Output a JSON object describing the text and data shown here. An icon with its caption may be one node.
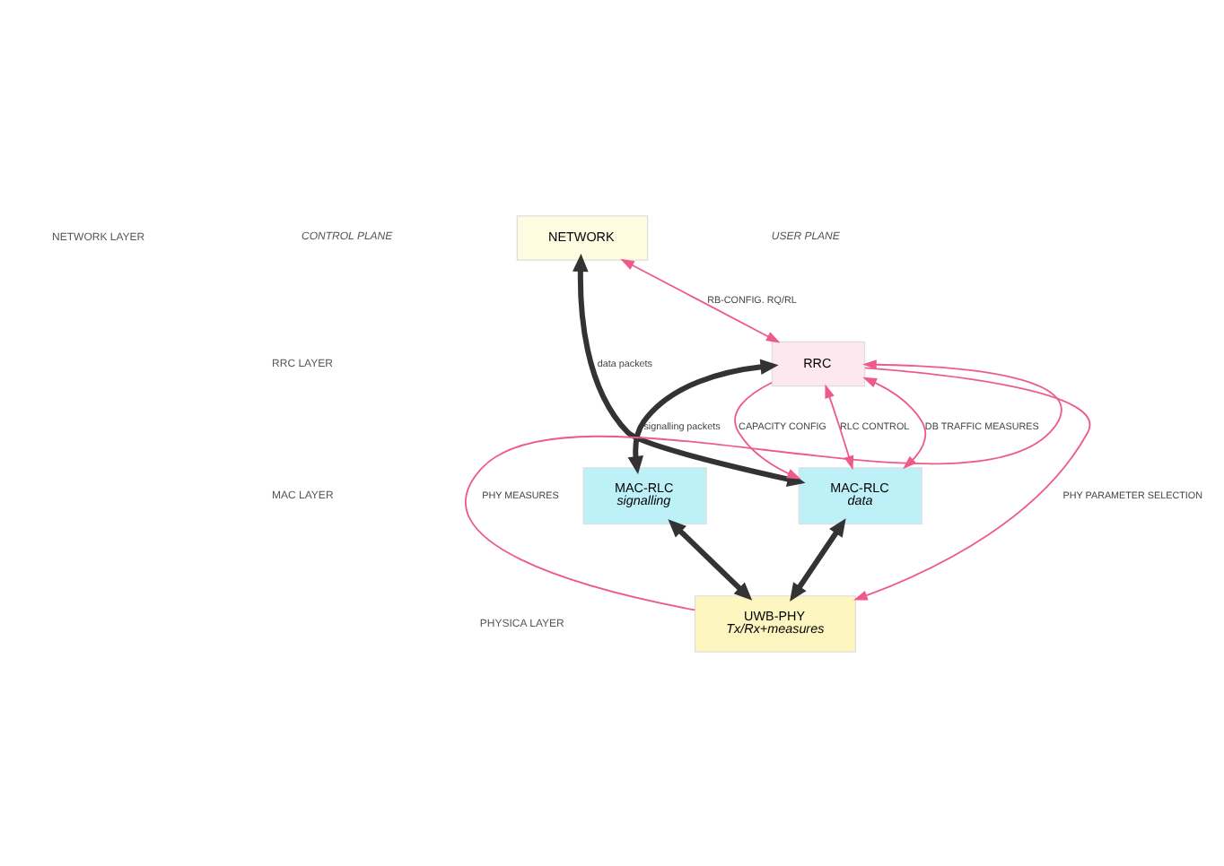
{
  "diagram": {
    "nodes": [
      {
        "text": [
          "NETWORK"
        ]
      },
      {
        "text": [
          "RRC"
        ]
      },
      {
        "text": [
          "MAC-RLC",
          "signalling"
        ]
      },
      {
        "text": [
          "MAC-RLC",
          "data"
        ]
      },
      {
        "text": [
          "UWB-PHY",
          "Tx/Rx+measures"
        ]
      }
    ],
    "edges": [
      {
        "from": 1,
        "to": 0,
        "arrow": "both",
        "label": "RB-CONFIG. RQ/RL"
      },
      {
        "from": 1,
        "to": 3,
        "arrow": "both",
        "label": "RLC CONTROL"
      },
      {
        "from": 1,
        "to": 3,
        "arrow": "both",
        "label": "DB TRAFFIC MEASURES"
      },
      {
        "from": 1,
        "to": 3,
        "arrow": "to",
        "label": "CAPACITY CONFIG"
      },
      {
        "from": 4,
        "to": 1,
        "arrow": "to",
        "label": "PHY MEASURES"
      },
      {
        "from": 1,
        "to": 4,
        "arrow": "to",
        "label": "PHY PARAMETER SELECTION"
      },
      {
        "from": 1,
        "to": 2,
        "arrow": "both",
        "label": "signalling packets",
        "style": "thick",
        "color": "#333333"
      },
      {
        "from": 2,
        "to": 4,
        "arrow": "both",
        "style": "thick",
        "color": "#333333"
      },
      {
        "from": 3,
        "to": 4,
        "arrow": "both",
        "style": "thick",
        "color": "#333333"
      },
      {
        "from": 0,
        "to": 3,
        "arrow": "both",
        "label": "data packets",
        "style": "thick",
        "color": "#333333"
      }
    ],
    "labels": [
      "NETWORK LAYER",
      "CONTROL PLANE",
      "USER PLANE",
      "RRC LAYER",
      "MAC LAYER",
      "PHYSICA LAYER"
    ]
  }
}
